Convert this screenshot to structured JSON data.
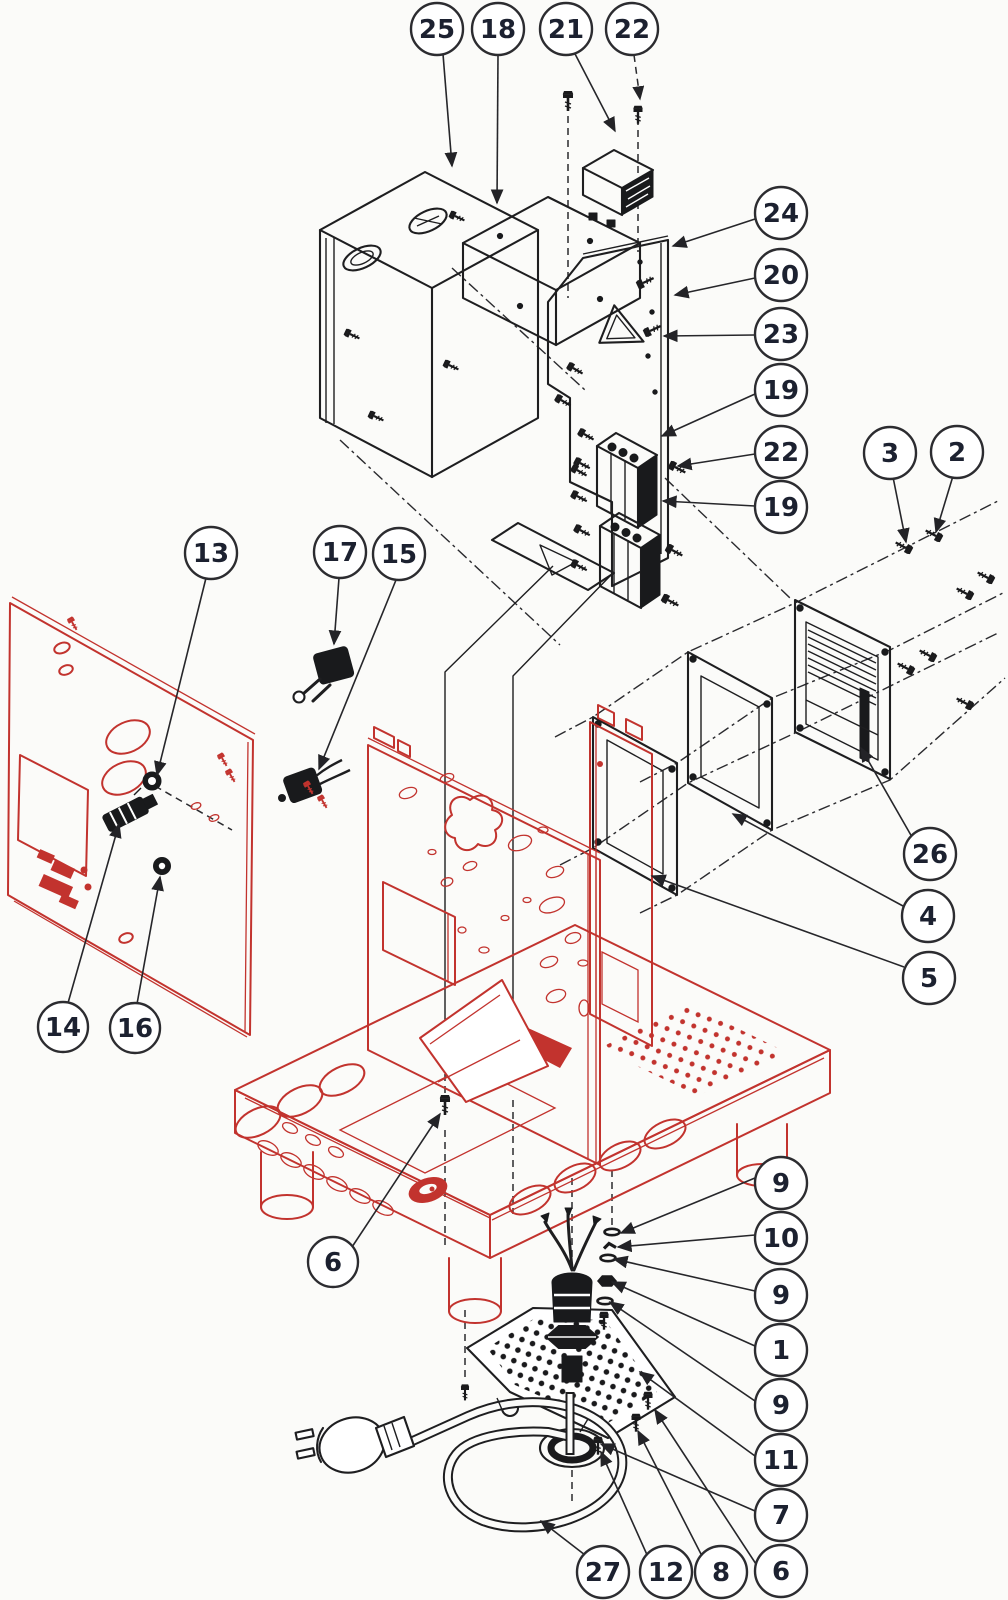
{
  "diagram": {
    "kind": "exploded-parts-diagram",
    "style": "isometric assembly drawing",
    "colors": {
      "background": "#fbfbf9",
      "ink": "#1e1e20",
      "accent_red": "#c2332e",
      "balloon_fill": "#ffffff",
      "balloon_stroke": "#2c2c30",
      "balloon_text": "#1c2130"
    },
    "callouts": [
      {
        "label": "25"
      },
      {
        "label": "18"
      },
      {
        "label": "21"
      },
      {
        "label": "22"
      },
      {
        "label": "24"
      },
      {
        "label": "20"
      },
      {
        "label": "23"
      },
      {
        "label": "19"
      },
      {
        "label": "22"
      },
      {
        "label": "19"
      },
      {
        "label": "3"
      },
      {
        "label": "2"
      },
      {
        "label": "13"
      },
      {
        "label": "17"
      },
      {
        "label": "15"
      },
      {
        "label": "26"
      },
      {
        "label": "4"
      },
      {
        "label": "5"
      },
      {
        "label": "14"
      },
      {
        "label": "16"
      },
      {
        "label": "6"
      },
      {
        "label": "9"
      },
      {
        "label": "10"
      },
      {
        "label": "9"
      },
      {
        "label": "1"
      },
      {
        "label": "9"
      },
      {
        "label": "11"
      },
      {
        "label": "7"
      },
      {
        "label": "6"
      },
      {
        "label": "8"
      },
      {
        "label": "12"
      },
      {
        "label": "27"
      }
    ]
  }
}
